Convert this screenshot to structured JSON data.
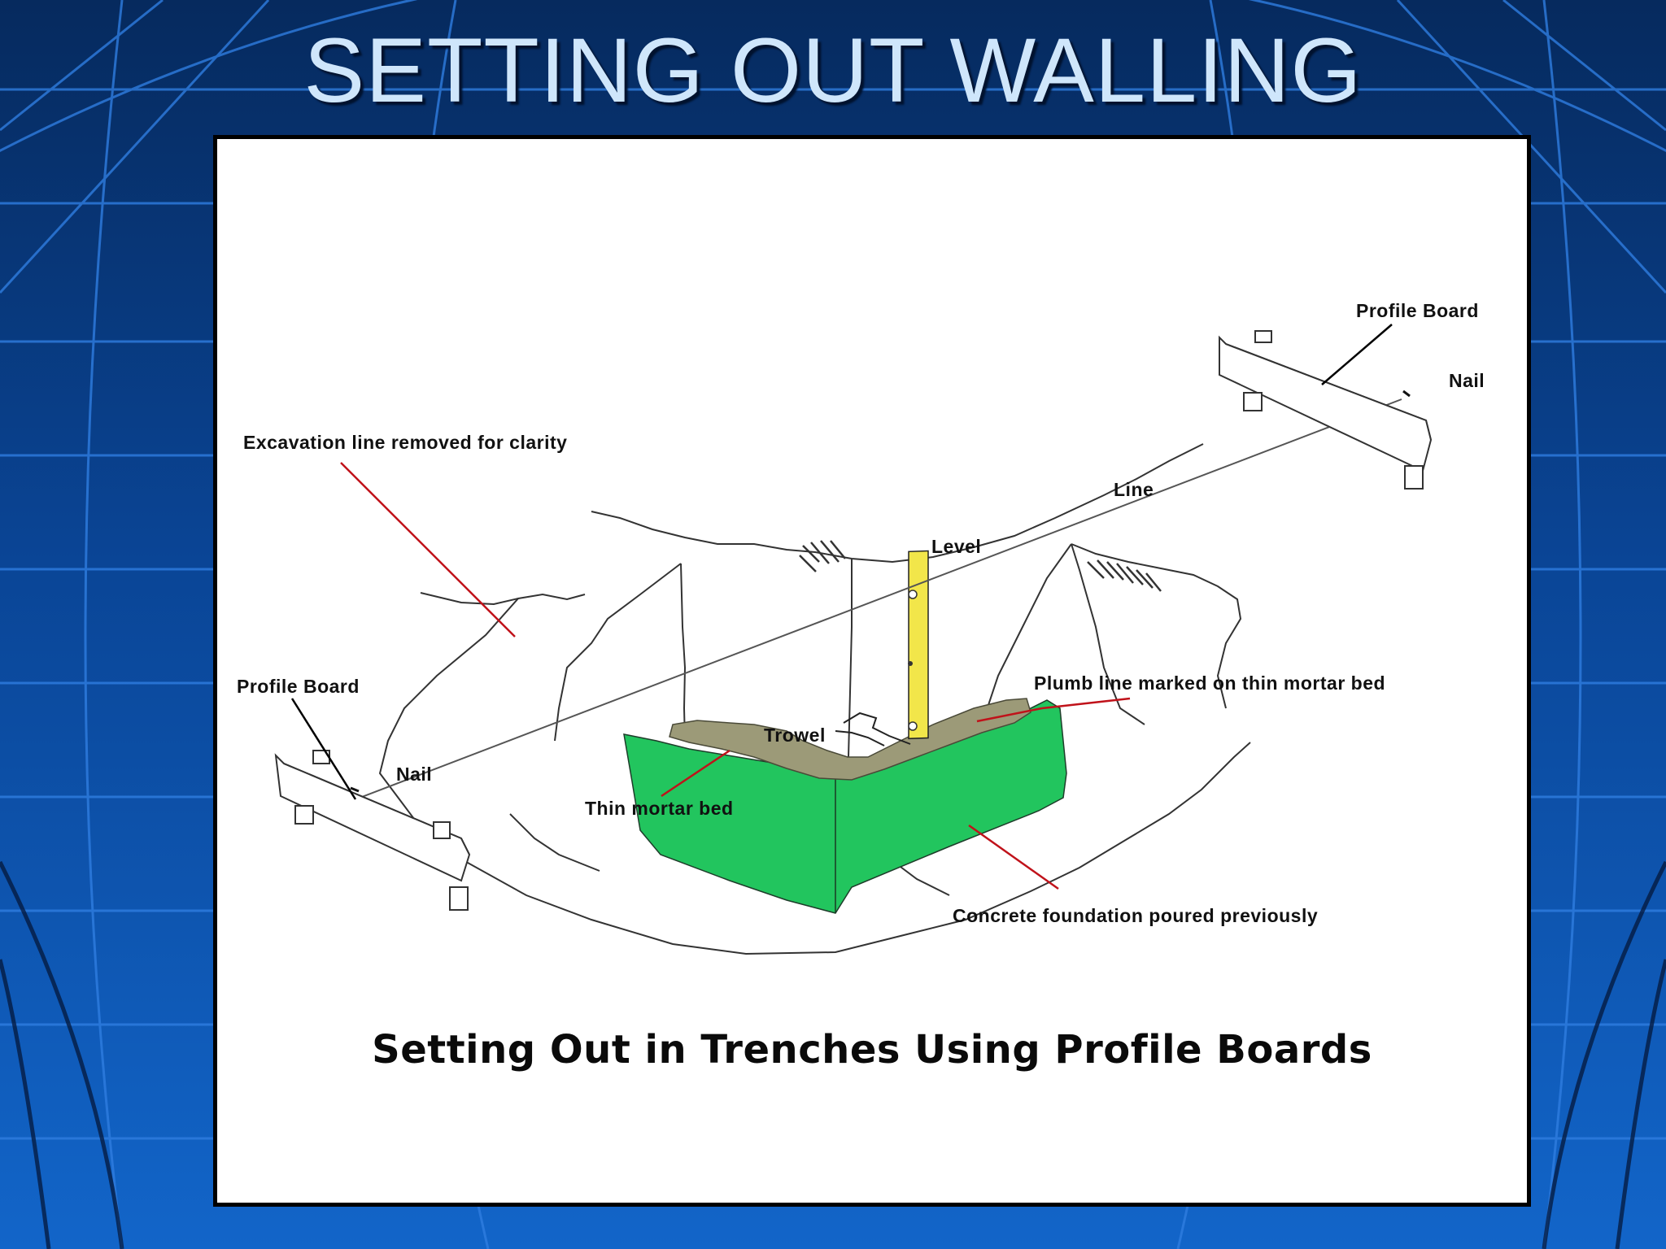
{
  "slide": {
    "title": "SETTING OUT WALLING",
    "background_color": "#0b3a86",
    "title_color": "#cfe6fb"
  },
  "diagram": {
    "caption": "Setting Out in Trenches Using Profile Boards",
    "labels": {
      "profile_board_right": "Profile Board",
      "nail_right": "Nail",
      "excavation_line": "Excavation line removed for clarity",
      "line": "Line",
      "level": "Level",
      "plumb_line": "Plumb line marked on thin mortar bed",
      "profile_board_left": "Profile Board",
      "trowel": "Trowel",
      "nail_left": "Nail",
      "thin_mortar_bed": "Thin mortar bed",
      "concrete_foundation": "Concrete foundation poured previously"
    },
    "colors": {
      "concrete": "#22c55e",
      "mortar": "#9c9a78",
      "level": "#f2e64a",
      "leader_red": "#c0121a",
      "leader_black": "#000000"
    }
  }
}
